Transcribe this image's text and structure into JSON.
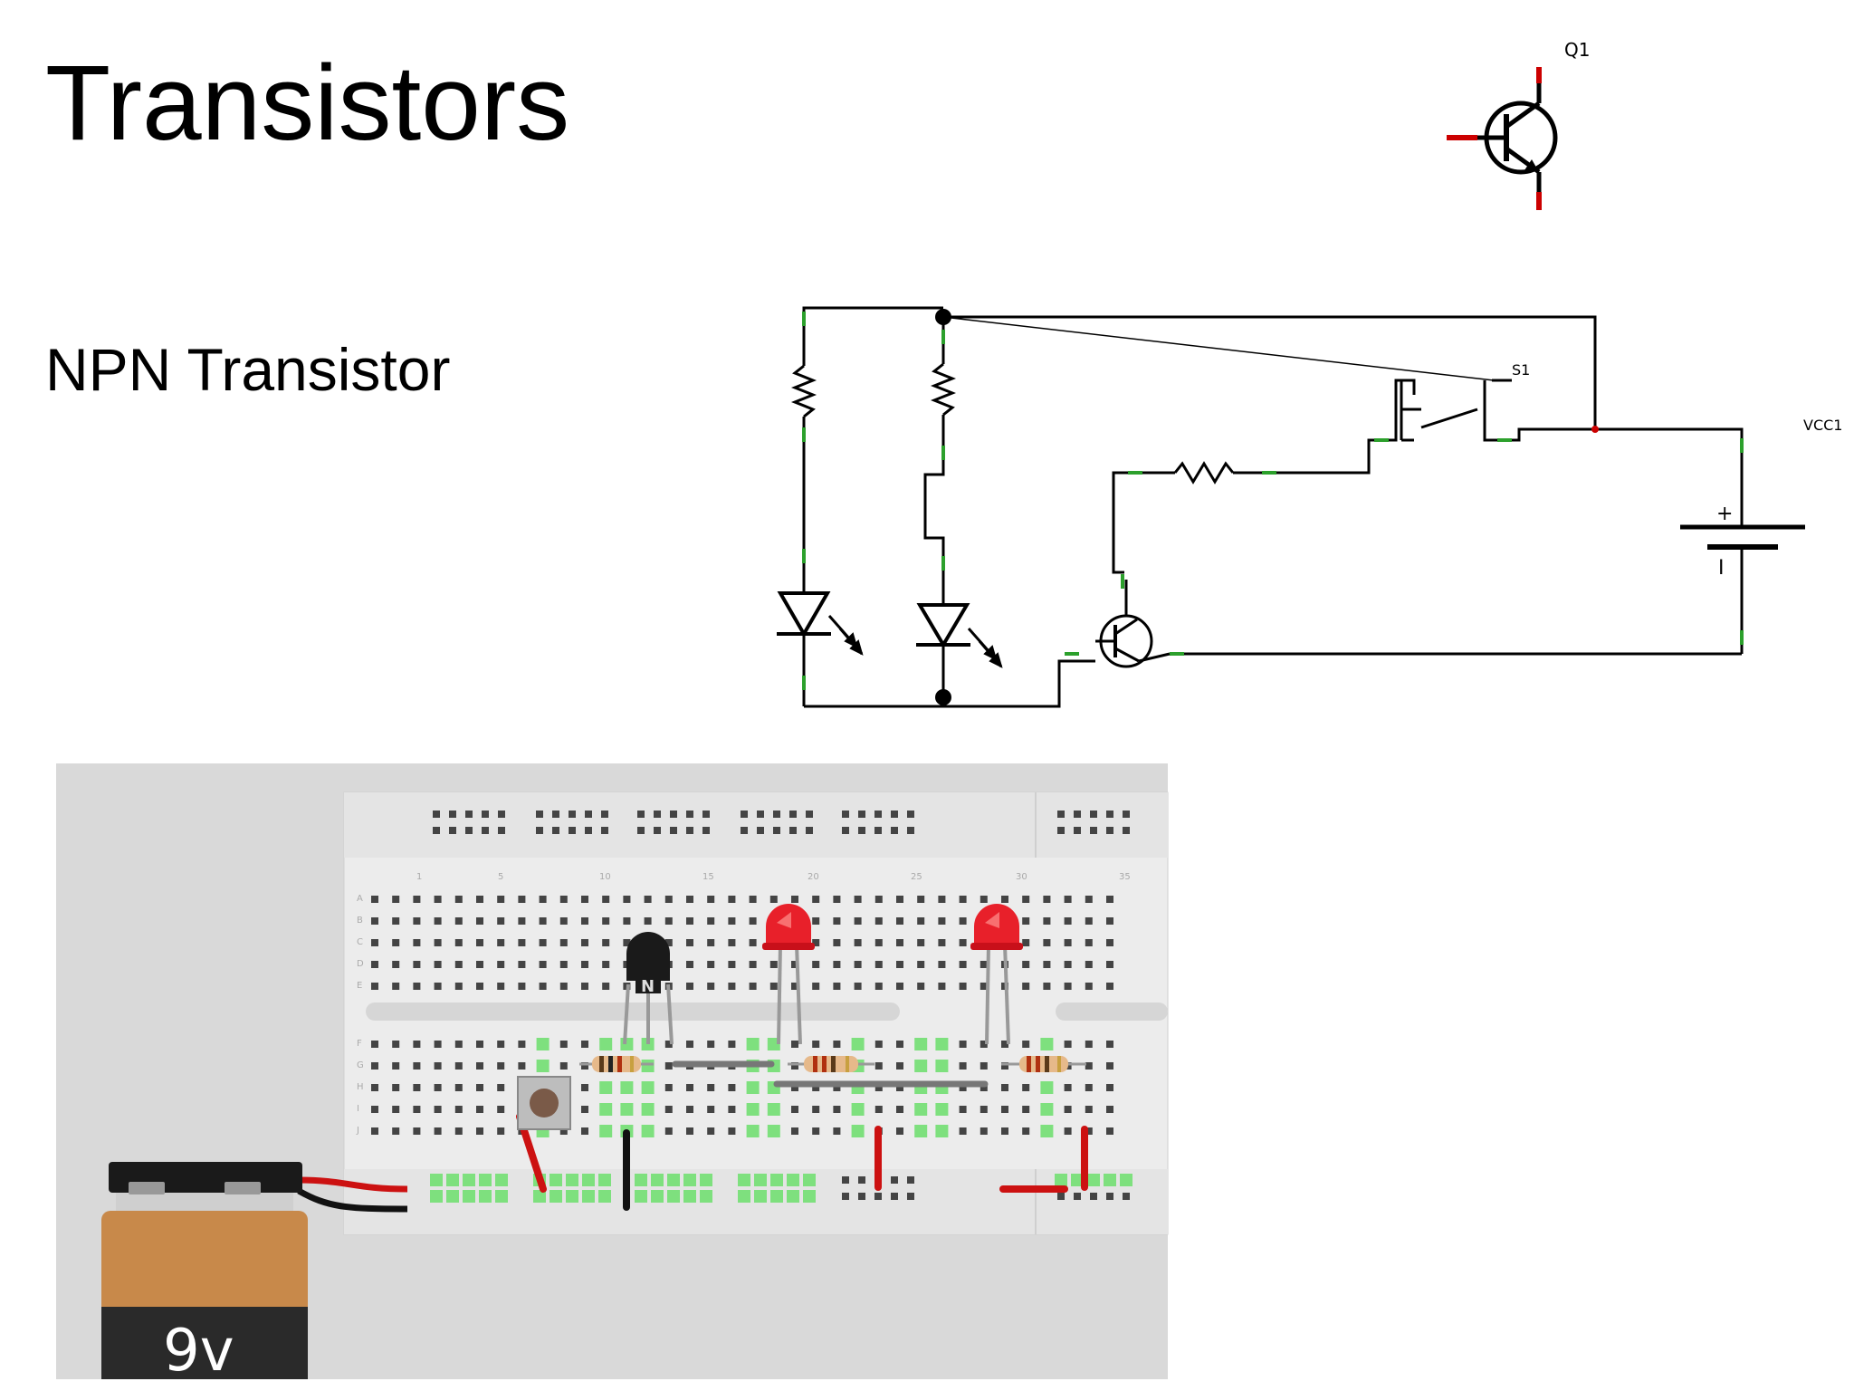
{
  "slide": {
    "title": "Transistors",
    "subtitle": "NPN Transistor"
  },
  "symbol": {
    "label": "Q1",
    "name": "transistor-symbol"
  },
  "schematic": {
    "switch_label": "S1",
    "source_label": "VCC1",
    "battery_plus": "+",
    "battery_minus": "I"
  },
  "breadboard": {
    "column_numbers": [
      "1",
      "5",
      "10",
      "15",
      "20",
      "25",
      "30",
      "35"
    ],
    "row_letters_top": [
      "A",
      "B",
      "C",
      "D",
      "E"
    ],
    "row_letters_bottom": [
      "F",
      "G",
      "H",
      "I",
      "J"
    ],
    "transistor_mark": "N",
    "battery_label": "9v"
  },
  "colors": {
    "wire_red": "#cc1111",
    "wire_black": "#111111",
    "led_red": "#e8202a",
    "hole_green": "#7ee07e",
    "breadboard_bg": "#ececec",
    "canvas_bg": "#d9d9d9",
    "battery_orange": "#c8894a"
  }
}
